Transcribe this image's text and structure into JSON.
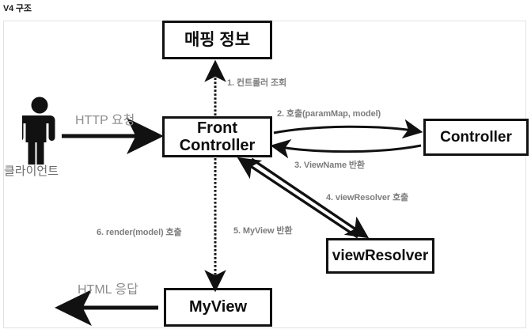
{
  "page": {
    "title": "V4 구조"
  },
  "actors": {
    "client_label": "클라이언트",
    "client_icon": "person-icon"
  },
  "nodes": [
    {
      "id": "mapping-info",
      "label": "매핑 정보"
    },
    {
      "id": "front-controller",
      "label": "Front\nController"
    },
    {
      "id": "controller",
      "label": "Controller"
    },
    {
      "id": "view-resolver",
      "label": "viewResolver"
    },
    {
      "id": "myview",
      "label": "MyView"
    }
  ],
  "node_labels": {
    "mapping_info": "매핑 정보",
    "front_controller_line1": "Front",
    "front_controller_line2": "Controller",
    "controller": "Controller",
    "view_resolver": "viewResolver",
    "myview": "MyView"
  },
  "io_labels": {
    "http_request": "HTTP 요청",
    "http_response": "HTML 응답"
  },
  "edges": [
    {
      "step": 1,
      "label": "1. 컨트롤러 조회",
      "from": "front-controller",
      "to": "mapping-info",
      "style": "dashed"
    },
    {
      "step": 2,
      "label": "2. 호출(paramMap, model)",
      "from": "front-controller",
      "to": "controller",
      "style": "curved"
    },
    {
      "step": 3,
      "label": "3. ViewName 반환",
      "from": "controller",
      "to": "front-controller",
      "style": "curved"
    },
    {
      "step": 4,
      "label": "4. viewResolver 호출",
      "from": "front-controller",
      "to": "view-resolver",
      "style": "solid"
    },
    {
      "step": 5,
      "label": "5. MyView 반환",
      "from": "view-resolver",
      "to": "front-controller",
      "style": "solid"
    },
    {
      "step": 6,
      "label": "6. render(model) 호출",
      "from": "front-controller",
      "to": "myview",
      "style": "dashed"
    }
  ],
  "edge_labels": {
    "step1": "1. 컨트롤러 조회",
    "step2": "2. 호출(paramMap, model)",
    "step3": "3. ViewName 반환",
    "step4": "4. viewResolver 호출",
    "step5": "5. MyView 반환",
    "step6": "6. render(model) 호출"
  },
  "colors": {
    "ink": "#111111",
    "label_gray": "#7d7d7d",
    "io_gray": "#8d8d8d",
    "frame": "#e2e2e2",
    "background": "#ffffff"
  }
}
